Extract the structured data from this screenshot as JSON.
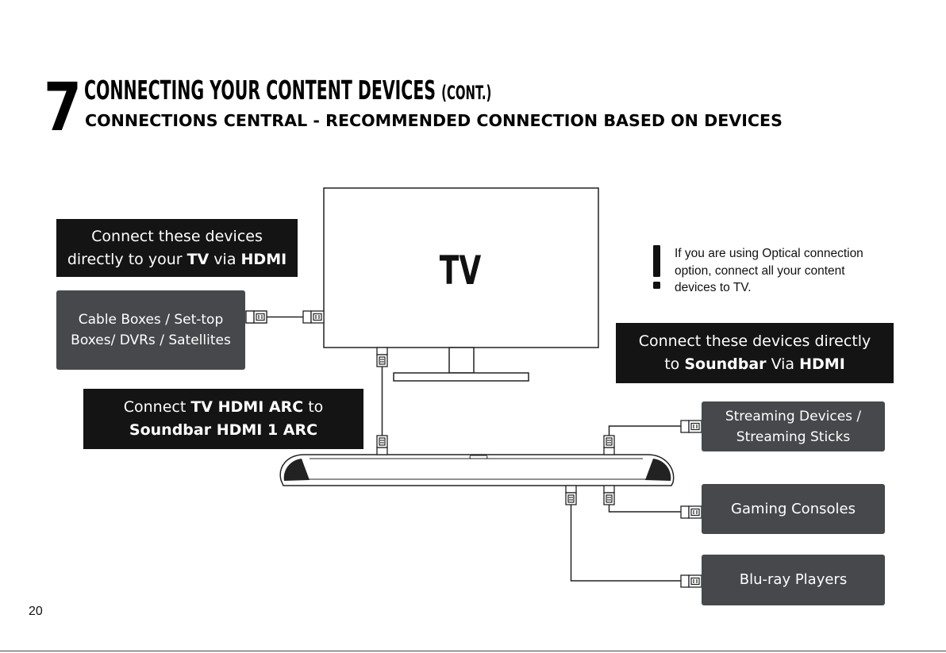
{
  "header": {
    "step_number": "7",
    "title": "CONNECTING YOUR CONTENT DEVICES",
    "title_suffix": "(CONT.)",
    "subtitle": "CONNECTIONS CENTRAL - RECOMMENDED CONNECTION BASED ON DEVICES"
  },
  "tv_label": "TV",
  "boxes": {
    "tv_direct": {
      "line1": "Connect these devices",
      "line2_pre": "directly to your ",
      "line2_b1": "TV",
      "line2_mid": " via ",
      "line2_b2": "HDMI"
    },
    "cable": {
      "line1": "Cable Boxes / Set-top",
      "line2": "Boxes/ DVRs / Satellites"
    },
    "arc": {
      "line1_pre": "Connect ",
      "line1_b": "TV HDMI ARC",
      "line1_post": " to",
      "line2_b": "Soundbar HDMI 1 ARC"
    },
    "soundbar_direct": {
      "line1": "Connect these devices directly",
      "line2_pre": "to ",
      "line2_b1": "Soundbar",
      "line2_mid": " Via ",
      "line2_b2": "HDMI"
    },
    "streaming": {
      "line1": "Streaming Devices /",
      "line2": "Streaming Sticks"
    },
    "gaming": {
      "label": "Gaming Consoles"
    },
    "bluray": {
      "label": "Blu-ray Players"
    }
  },
  "note": {
    "icon": "exclamation-icon",
    "line1": "If you are using Optical connection",
    "line2": "option, connect all your content",
    "line3": "devices to TV."
  },
  "page_number": "20",
  "colors": {
    "dark_box": "#141414",
    "grey_box": "#46484c",
    "line": "#222222"
  }
}
